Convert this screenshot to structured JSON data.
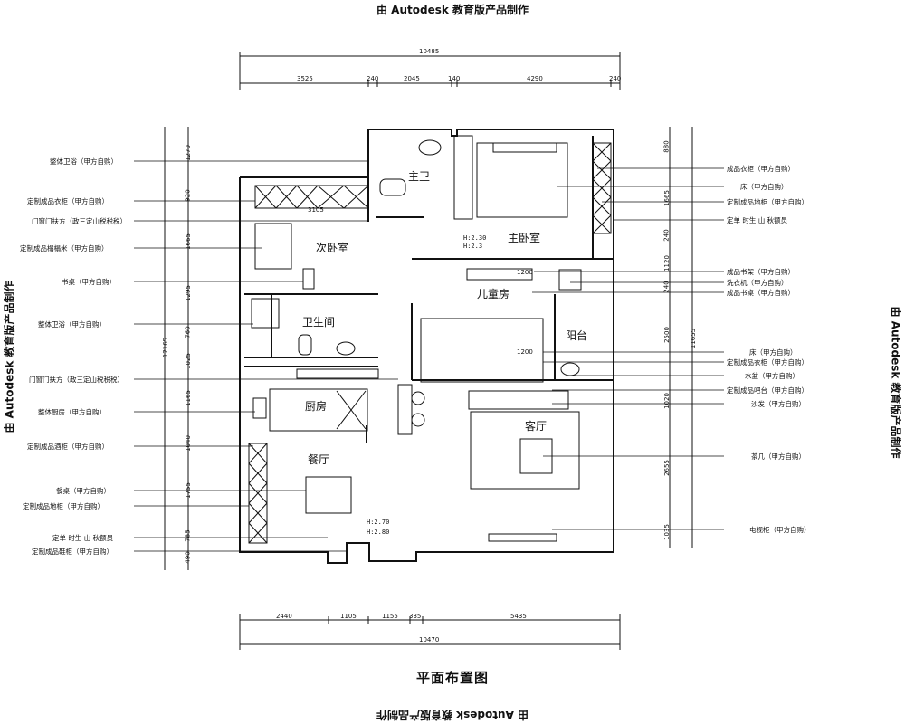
{
  "watermark": "由 Autodesk 教育版产品制作",
  "title": "平面布置图",
  "rooms": {
    "master_bath": "主卫",
    "master_bedroom": "主卧室",
    "second_bedroom": "次卧室",
    "bathroom": "卫生间",
    "kids_room": "儿童房",
    "balcony": "阳台",
    "kitchen": "厨房",
    "dining": "餐厅",
    "living": "客厅"
  },
  "height_tags": {
    "master": [
      "H:2.30",
      "H:2.3"
    ],
    "dining": [
      "H:2.70",
      "H:2.80"
    ]
  },
  "dims_top_total": "10485",
  "dims_top": [
    "3525",
    "240",
    "2045",
    "140",
    "4290",
    "240"
  ],
  "dims_bottom_total": "10470",
  "dims_bottom": [
    "2440",
    "1105",
    "1155",
    "335",
    "5435"
  ],
  "dims_left_total": "12165",
  "dims_left": [
    "1270",
    "920",
    "1665",
    "1295",
    "760",
    "1025",
    "1165",
    "1040",
    "1755",
    "785",
    "490"
  ],
  "dims_right_total": "11655",
  "dims_right": [
    "880",
    "1665",
    "240",
    "1120",
    "240",
    "2500",
    "1020",
    "2655",
    "1035"
  ],
  "dims_inner": [
    "3105",
    "1200",
    "1200"
  ],
  "left_annotations": [
    "整体卫浴（甲方自购）",
    "定制成品衣柜（甲方自购）",
    "门窗门扶方（政三定山税税税）",
    "定制成品榻榻米（甲方自购）",
    "书桌（甲方自购）",
    "整体卫浴（甲方自购）",
    "门窗门扶方（政三定山税税税）",
    "整体厨房（甲方自购）",
    "定制成品酒柜（甲方自购）",
    "餐桌（甲方自购）",
    "定制成品地柜（甲方自购）",
    "定单 时生 山 秋额员",
    "定制成品鞋柜（甲方自购）"
  ],
  "right_annotations": [
    "成品衣柜（甲方自购）",
    "床（甲方自购）",
    "定制成品地柜（甲方自购）",
    "定单 时生 山 秋额员",
    "成品书架（甲方自购）",
    "洗衣机（甲方自购）",
    "成品书桌（甲方自购）",
    "床（甲方自购）",
    "定制成品衣柜（甲方自购）",
    "水盆（甲方自购）",
    "定制成品吧台（甲方自购）",
    "沙发（甲方自购）",
    "茶几（甲方自购）",
    "电视柜（甲方自购）"
  ],
  "colors": {
    "line": "#111111",
    "bg": "#ffffff"
  }
}
